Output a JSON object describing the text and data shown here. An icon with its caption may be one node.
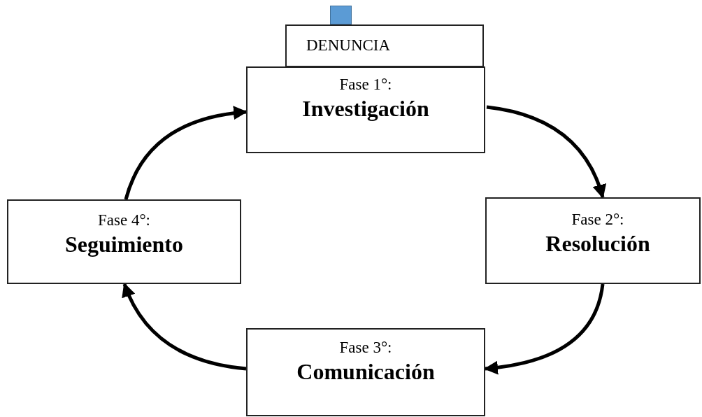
{
  "diagram": {
    "nodes": [
      {
        "text": [
          "DENUNCIA"
        ]
      },
      {
        "text": [
          "Fase 1°:",
          "Investigación"
        ]
      },
      {
        "text": [
          "Fase 2°:",
          "Resolución"
        ]
      },
      {
        "text": [
          "Fase 3°:",
          "Comunicación"
        ]
      },
      {
        "text": [
          "Fase 4°:",
          "Seguimiento"
        ]
      }
    ],
    "edges": [
      {
        "from": 1,
        "to": 2,
        "arrow": "to"
      },
      {
        "from": 2,
        "to": 3,
        "arrow": "to"
      },
      {
        "from": 3,
        "to": 4,
        "arrow": "to"
      },
      {
        "from": 4,
        "to": 1,
        "arrow": "to"
      }
    ]
  }
}
